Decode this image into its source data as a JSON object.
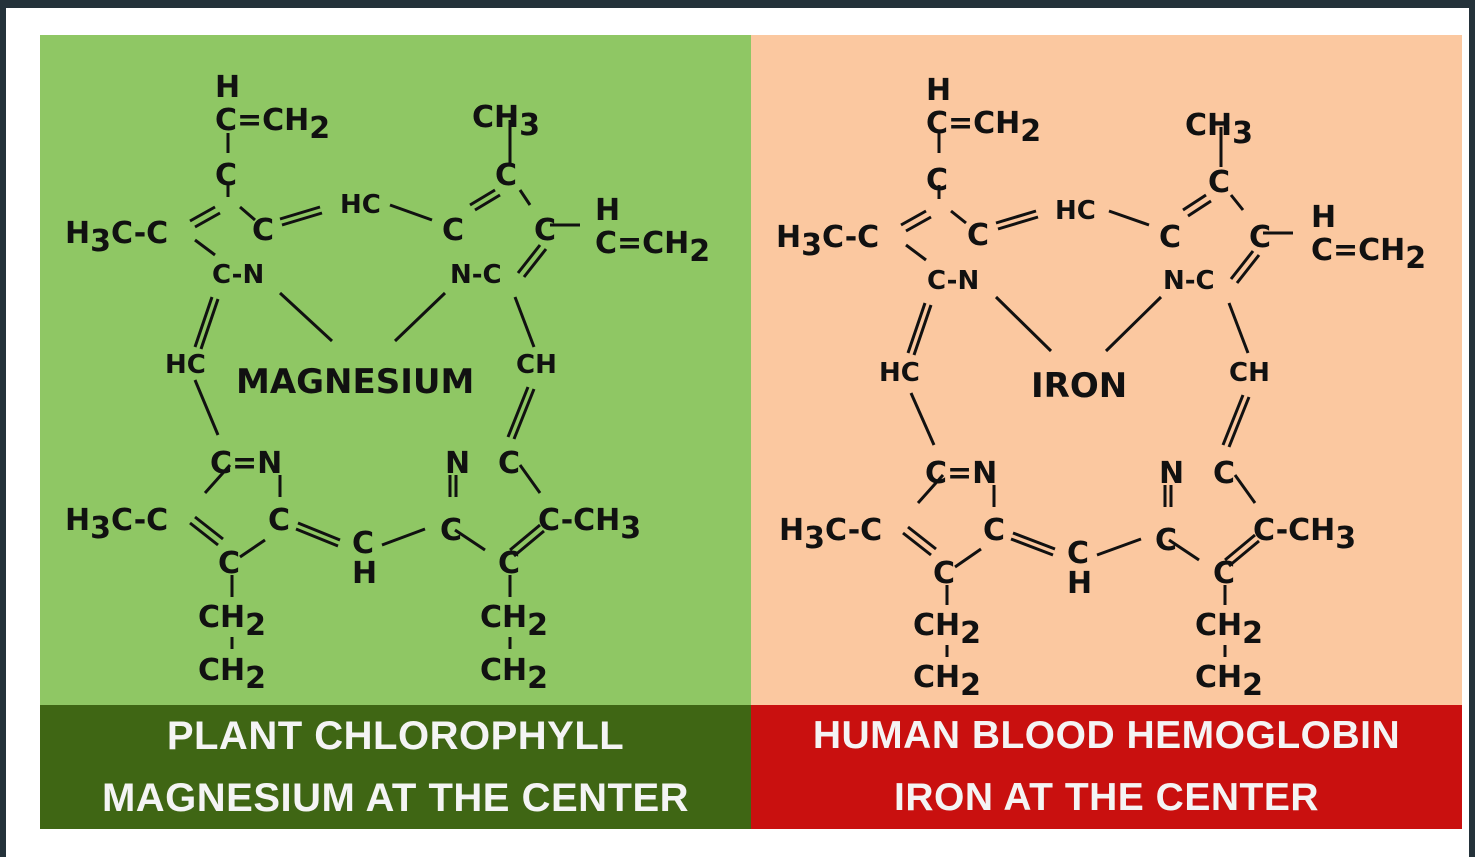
{
  "left_panel": {
    "center_label": "MAGNESIUM",
    "caption_line1": "PLANT CHLOROPHYLL",
    "caption_line2": "MAGNESIUM AT THE CENTER",
    "background_color": "#8fc764",
    "caption_color": "#3f6614"
  },
  "right_panel": {
    "center_label": "IRON",
    "caption_line1": "HUMAN BLOOD HEMOGLOBIN",
    "caption_line2": "IRON AT THE CENTER",
    "background_color": "#fbc8a0",
    "caption_color": "#c9100f"
  },
  "molecule_labels": {
    "h": "H",
    "c_eq_ch2": "C=CH",
    "two": "2",
    "ch3": "CH",
    "three": "3",
    "h3c": "H",
    "c": "C",
    "n": "N",
    "hc": "HC",
    "ch": "CH",
    "cn": "C-N",
    "nc": "N-C",
    "ch2": "CH"
  }
}
